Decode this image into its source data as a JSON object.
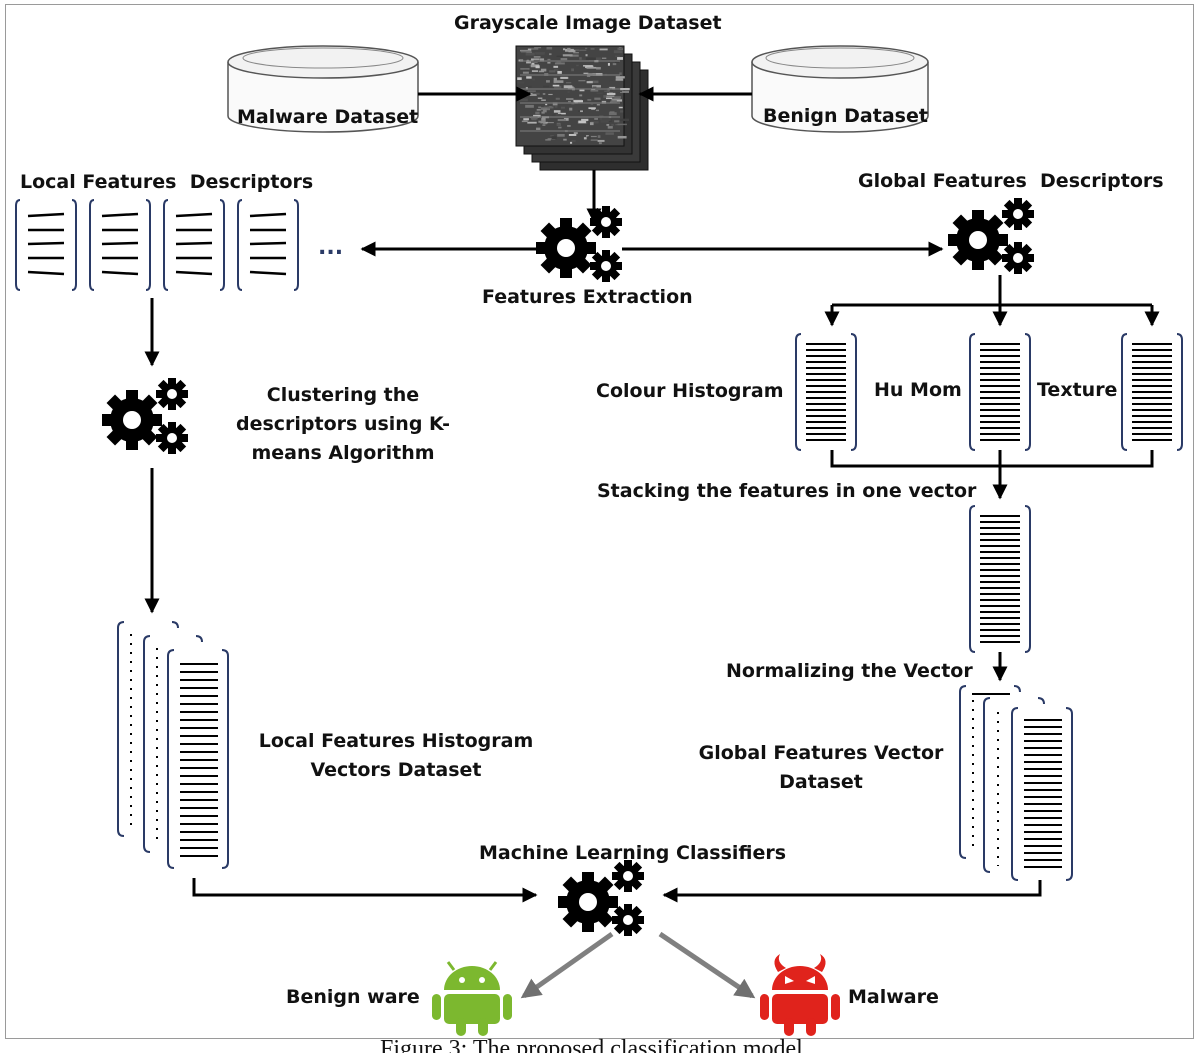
{
  "title": "Grayscale Image Dataset",
  "datasets": {
    "malware": "Malware Dataset",
    "benign": "Benign Dataset"
  },
  "local_branch": {
    "header": "Local Features  Descriptors",
    "ellipsis": "...",
    "clustering": "Clustering the descriptors using K-means Algorithm",
    "histogram_dataset": "Local Features Histogram Vectors Dataset"
  },
  "global_branch": {
    "header": "Global Features  Descriptors",
    "features": [
      "Colour Histogram",
      "Hu Mom",
      "Texture"
    ],
    "stacking": "Stacking the features in one vector",
    "normalizing": "Normalizing the Vector",
    "vector_dataset": "Global Features Vector Dataset"
  },
  "extraction": "Features Extraction",
  "classifiers": "Machine Learning Classifiers",
  "outputs": {
    "benign": "Benign ware",
    "malware": "Malware"
  },
  "colors": {
    "android_green": "#7cb82f",
    "android_red": "#e0231c",
    "gear": "#000000",
    "bracket": "#2a3a66"
  },
  "caption": "Figure 3: The proposed classification model"
}
